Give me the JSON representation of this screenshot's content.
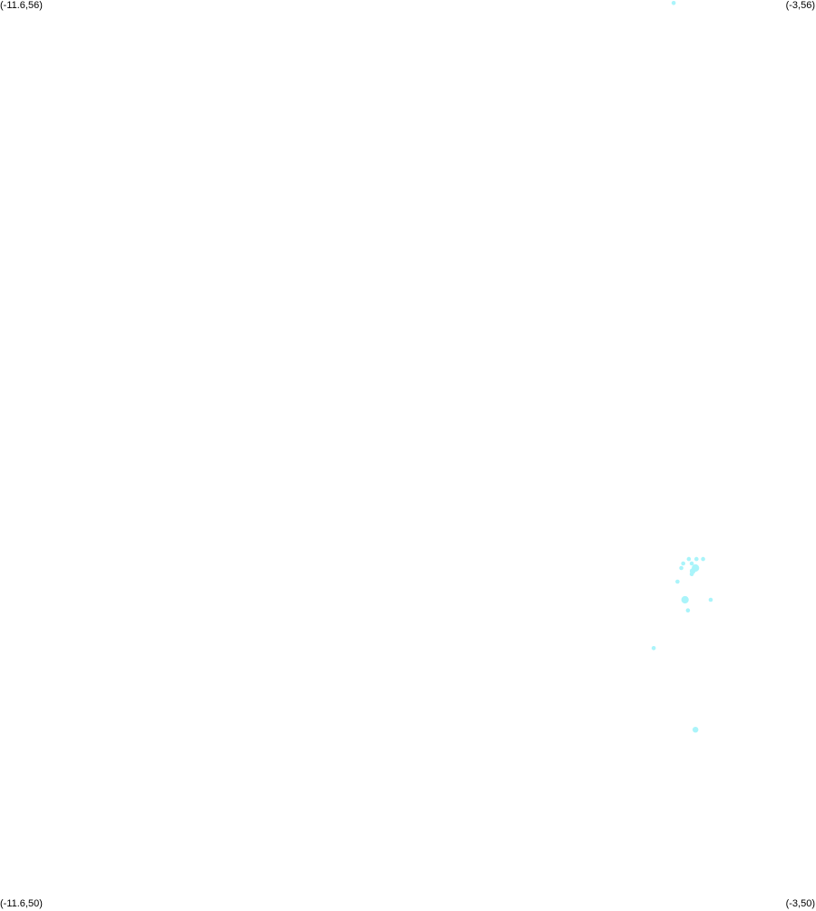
{
  "map": {
    "background": "#ffffff",
    "point_color": "#aaf4fa",
    "bounds": {
      "lon_min": -11.6,
      "lon_max": -3,
      "lat_min": 50,
      "lat_max": 56
    },
    "corner_labels": {
      "top_left": "(-11.6,56)",
      "top_right": "(-3,56)",
      "bottom_left": "(-11.6,50)",
      "bottom_right": "(-3,50)"
    }
  },
  "chart_data": {
    "type": "scatter",
    "xlabel": "",
    "ylabel": "",
    "xlim": [
      -11.6,
      -3
    ],
    "ylim": [
      50,
      56
    ],
    "grid": false,
    "legend": "none",
    "points": [
      {
        "x": -4.5,
        "y": 55.98,
        "size": 1
      },
      {
        "x": -4.34,
        "y": 52.3,
        "size": 1
      },
      {
        "x": -4.26,
        "y": 52.3,
        "size": 1
      },
      {
        "x": -4.19,
        "y": 52.3,
        "size": 1
      },
      {
        "x": -4.4,
        "y": 52.27,
        "size": 1
      },
      {
        "x": -4.31,
        "y": 52.27,
        "size": 1
      },
      {
        "x": -4.42,
        "y": 52.24,
        "size": 1
      },
      {
        "x": -4.27,
        "y": 52.24,
        "size": 3
      },
      {
        "x": -4.3,
        "y": 52.22,
        "size": 2
      },
      {
        "x": -4.31,
        "y": 52.2,
        "size": 1
      },
      {
        "x": -4.46,
        "y": 52.15,
        "size": 1
      },
      {
        "x": -4.38,
        "y": 52.03,
        "size": 3
      },
      {
        "x": -4.11,
        "y": 52.03,
        "size": 1
      },
      {
        "x": -4.35,
        "y": 51.96,
        "size": 1
      },
      {
        "x": -4.71,
        "y": 51.71,
        "size": 1
      },
      {
        "x": -4.27,
        "y": 51.17,
        "size": 2
      }
    ]
  }
}
